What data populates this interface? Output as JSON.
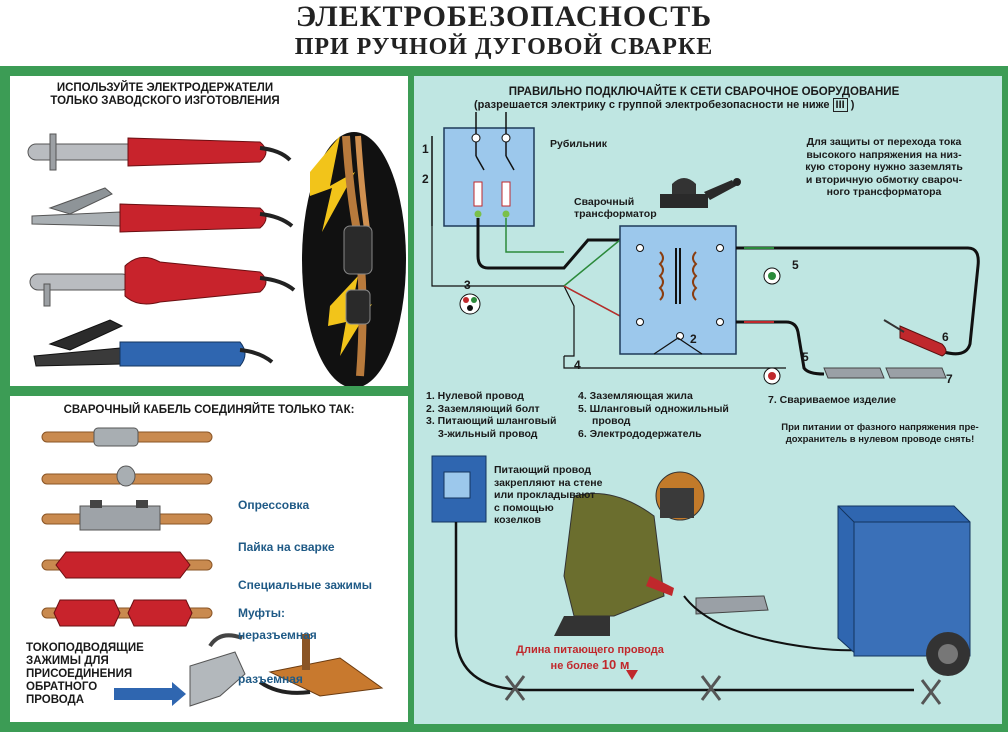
{
  "title": "ЭЛЕКТРОБЕЗОПАСНОСТЬ",
  "subtitle": "ПРИ РУЧНОЙ ДУГОВОЙ СВАРКЕ",
  "holders": {
    "header_line1": "ИСПОЛЬЗУЙТЕ ЭЛЕКТРОДЕРЖАТЕЛИ",
    "header_line2": "ТОЛЬКО ЗАВОДСКОГО ИЗГОТОВЛЕНИЯ"
  },
  "cable": {
    "header": "СВАРОЧНЫЙ КАБЕЛЬ СОЕДИНЯЙТЕ ТОЛЬКО ТАК:",
    "methods": [
      "Опрессовка",
      "Пайка на сварке",
      "Специальные зажимы",
      "Муфты:",
      "неразъемная",
      "разъемная"
    ],
    "clamps_line1": "ТОКОПОДВОДЯЩИЕ",
    "clamps_line2": "ЗАЖИМЫ ДЛЯ",
    "clamps_line3": "ПРИСОЕДИНЕНИЯ",
    "clamps_line4": "ОБРАТНОГО",
    "clamps_line5": "ПРОВОДА"
  },
  "network": {
    "header_line1": "ПРАВИЛЬНО ПОДКЛЮЧАЙТЕ К СЕТИ СВАРОЧНОЕ ОБОРУДОВАНИЕ",
    "header_line2": "(разрешается электрику с группой электробезопасности не ниже",
    "group_value": "III",
    "header_close": ")",
    "switch_label": "Рубильник",
    "transformer_line1": "Сварочный",
    "transformer_line2": "трансформатор",
    "protection_note": [
      "Для защиты от перехода тока",
      "высокого напряжения на низ-",
      "кую сторону нужно заземлять",
      "и вторичную обмотку сварoч-",
      "ного трансформатора"
    ],
    "numbers": [
      "1",
      "2",
      "3",
      "4",
      "5",
      "2",
      "5",
      "6",
      "7"
    ],
    "legend_col1": [
      "1. Нулевой провод",
      "2. Заземляющий болт",
      "3. Питающий шланговый",
      "3-жильный провод"
    ],
    "legend_col2": [
      "4. Заземляющая жила",
      "5. Шланговый одножильный",
      "провод",
      "6. Электрододержатель"
    ],
    "legend_col3": "7. Свариваемое изделие",
    "fuse_note": [
      "При питании от фазного напряжения пре-",
      "дохранитель в нулевом проводе снять!"
    ],
    "supply_note": [
      "Питающий провод",
      "закрепляют на стене",
      "или прокладывают",
      "с помощью",
      "козелков"
    ],
    "length_line1": "Длина питающего провода",
    "length_line2": "не более",
    "length_value": "10 м"
  },
  "colors": {
    "frame": "#3c9c55",
    "panel_bg": "#bfe6e2",
    "label_blue": "#1f5a86",
    "wire_red": "#c0282c",
    "length_red": "#c0282c"
  }
}
